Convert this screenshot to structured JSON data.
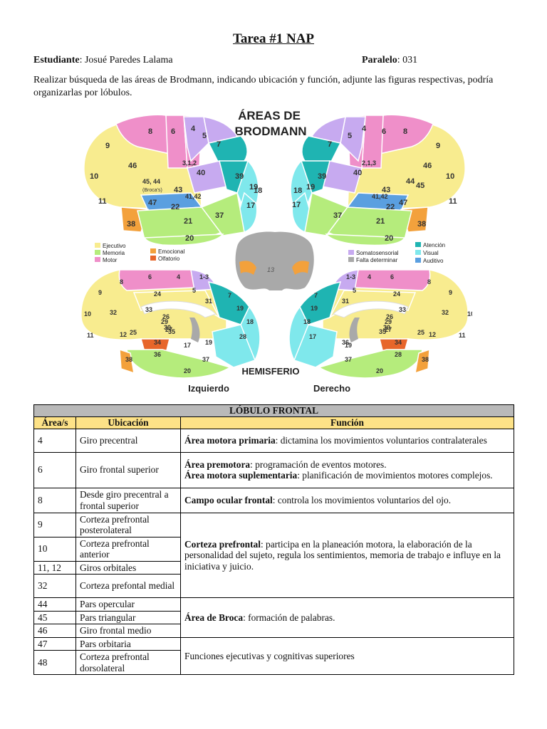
{
  "title": "Tarea #1 NAP",
  "student_label": "Estudiante",
  "student_value": ": Josué Paredes Lalama",
  "paralelo_label": "Paralelo",
  "paralelo_value": ": 031",
  "instructions": "Realizar búsqueda de las áreas de Brodmann, indicando ubicación y función, adjunte las figuras respectivas, podría organizarlas por lóbulos.",
  "figure": {
    "title_line1": "ÁREAS DE",
    "title_line2": "BRODMANN",
    "hemisphere_label": "HEMISFERIO",
    "left_label": "Izquierdo",
    "right_label": "Derecho",
    "broca_label": "(Broca's)",
    "center_area": "13",
    "legend_left": [
      {
        "label": "Ejecutivo",
        "color": "#f8ec8f"
      },
      {
        "label": "Memoria",
        "color": "#b5ec7c"
      },
      {
        "label": "Motor",
        "color": "#ef8fc9"
      }
    ],
    "legend_mid": [
      {
        "label": "Emocional",
        "color": "#f3a13c"
      },
      {
        "label": "Olfatorio",
        "color": "#e7662a"
      }
    ],
    "legend_right_top": [
      {
        "label": "Atención",
        "color": "#1fb4b2"
      },
      {
        "label": "Visual",
        "color": "#7fe8ec"
      },
      {
        "label": "Auditivo",
        "color": "#5a9fe0"
      }
    ],
    "legend_right_mid": [
      {
        "label": "Somatosensorial",
        "color": "#c7aaf0"
      },
      {
        "label": "Falta determinar",
        "color": "#a9a9a9"
      }
    ],
    "colors": {
      "ejecutivo": "#f8ec8f",
      "memoria": "#b5ec7c",
      "motor": "#ef8fc9",
      "emocional": "#f3a13c",
      "olfatorio": "#e7662a",
      "atencion": "#1fb4b2",
      "visual": "#7fe8ec",
      "auditivo": "#5a9fe0",
      "somato": "#c7aaf0",
      "gris": "#a9a9a9"
    },
    "area_numbers": {
      "lat_left": [
        "8",
        "6",
        "4",
        "5",
        "9",
        "3,1,2",
        "7",
        "46",
        "40",
        "10",
        "45, 44",
        "39",
        "19",
        "18",
        "43",
        "41,42",
        "11",
        "47",
        "22",
        "17",
        "38",
        "21",
        "37",
        "20"
      ],
      "lat_right": [
        "4",
        "6",
        "8",
        "5",
        "7",
        "9",
        "2,1,3",
        "46",
        "40",
        "39",
        "10",
        "44",
        "45",
        "19",
        "18",
        "41,42",
        "43",
        "17",
        "22",
        "47",
        "11",
        "37",
        "21",
        "38",
        "20"
      ],
      "med_left": [
        "6",
        "4",
        "8",
        "1-3",
        "9",
        "24",
        "5",
        "31",
        "7",
        "10",
        "32",
        "33",
        "26",
        "29",
        "30",
        "27",
        "35",
        "19",
        "18",
        "11",
        "12",
        "25",
        "34",
        "28",
        "17",
        "36",
        "19",
        "38",
        "37",
        "20"
      ],
      "med_right": [
        "1-3",
        "4",
        "6",
        "8",
        "5",
        "24",
        "7",
        "9",
        "31",
        "33",
        "32",
        "10",
        "26",
        "29",
        "30",
        "27",
        "35",
        "19",
        "18",
        "12",
        "11",
        "25",
        "34",
        "17",
        "36",
        "28",
        "19",
        "37",
        "38",
        "20"
      ]
    }
  },
  "table": {
    "lobe_title": "LÓBULO FRONTAL",
    "col_area": "Área/s",
    "col_location": "Ubicación",
    "col_function": "Función",
    "rows": [
      {
        "area": "4",
        "loc": "Giro precentral",
        "f_parts": [
          {
            "b": "Área motora primaria",
            "t": ": dictamina los movimientos voluntarios contralaterales"
          }
        ]
      },
      {
        "area": "6",
        "loc": "Giro frontal superior",
        "f_parts": [
          {
            "b": "Área premotora",
            "t": ": programación de eventos motores."
          },
          {
            "b": "Área motora suplementaria",
            "t": ": planificación de movimientos motores complejos."
          }
        ]
      },
      {
        "area": "8",
        "loc": "Desde giro precentral a frontal superior",
        "f_parts": [
          {
            "b": "Campo ocular frontal",
            "t": ": controla los movimientos voluntarios del ojo."
          }
        ]
      },
      {
        "area": "9",
        "loc": "Corteza prefrontal posterolateral"
      },
      {
        "area": "10",
        "loc": "Corteza prefrontal anterior"
      },
      {
        "area": "11, 12",
        "loc": "Giros orbitales"
      },
      {
        "area": "32",
        "loc": "Corteza prefontal medial"
      },
      {
        "area": "44",
        "loc": "Pars opercular"
      },
      {
        "area": "45",
        "loc": "Pars triangular"
      },
      {
        "area": "46",
        "loc": "Giro frontal medio"
      },
      {
        "area": "47",
        "loc": "Pars orbitaria"
      },
      {
        "area": "48",
        "loc": "Corteza prefrontal dorsolateral"
      }
    ],
    "prefrontal_bold": "Corteza prefrontal",
    "prefrontal_text": ": participa en la planeación motora, la elaboración de la personalidad del sujeto, regula los sentimientos, memoria de trabajo e influye en la iniciativa y juicio.",
    "broca_bold": "Área de Broca",
    "broca_text": ": formación de palabras.",
    "exec_text": "Funciones ejecutivas y cognitivas superiores"
  }
}
